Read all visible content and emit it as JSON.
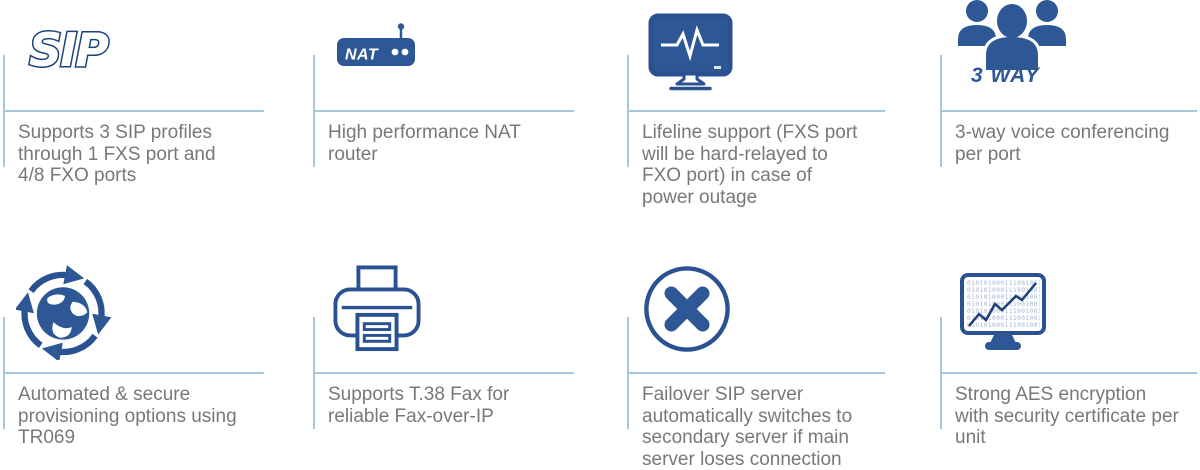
{
  "colors": {
    "icon_blue": "#2d5795",
    "icon_stroke": "#2a5191",
    "sip_navy": "#1d417b",
    "line_blue": "#a5c8da",
    "text_gray": "#77787b"
  },
  "icons": {
    "sip_label": "SIP",
    "nat_label": "NAT",
    "three_way_label": "3 WAY",
    "binary_row": "01010100011100100101010"
  },
  "features": [
    {
      "name": "sip-profiles",
      "icon": "sip-logo-icon",
      "text": "Supports 3 SIP profiles through 1 FXS port and 4/8 FXO ports"
    },
    {
      "name": "nat-router",
      "icon": "nat-router-icon",
      "text": "High performance NAT router"
    },
    {
      "name": "lifeline-support",
      "icon": "lifeline-monitor-icon",
      "text": "Lifeline support (FXS port will be hard-relayed to FXO port) in case of power outage"
    },
    {
      "name": "three-way-conf",
      "icon": "people-3way-icon",
      "text": "3-way voice conferencing per port"
    },
    {
      "name": "provisioning",
      "icon": "globe-sync-icon",
      "text": "Automated & secure provisioning options using TR069"
    },
    {
      "name": "t38-fax",
      "icon": "fax-printer-icon",
      "text": "Supports T.38 Fax for reliable Fax-over-IP"
    },
    {
      "name": "failover",
      "icon": "failover-x-icon",
      "text": "Failover SIP server automatically switches to secondary server if main server loses connection"
    },
    {
      "name": "aes-encryption",
      "icon": "encryption-monitor-icon",
      "text": "Strong AES encryption with security certificate per unit"
    }
  ]
}
